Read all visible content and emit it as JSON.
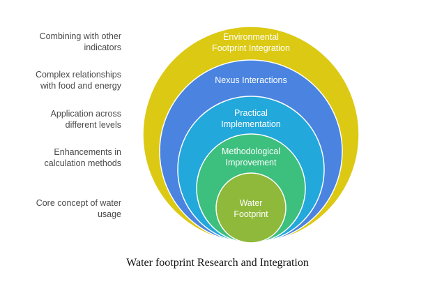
{
  "layers": [
    {
      "label_lines": [
        "Environmental",
        "Footprint Integration"
      ],
      "description": "Combining with other indicators",
      "color": "#dcc913"
    },
    {
      "label_lines": [
        "Nexus Interactions"
      ],
      "description": "Complex relationships with food and energy",
      "color": "#4a84e0"
    },
    {
      "label_lines": [
        "Practical",
        "Implementation"
      ],
      "description": "Application across different levels",
      "color": "#22a8db"
    },
    {
      "label_lines": [
        "Methodological",
        "Improvement"
      ],
      "description": "Enhancements in calculation methods",
      "color": "#3dbf7d"
    },
    {
      "label_lines": [
        "Water",
        "Footprint"
      ],
      "description": "Core concept of water usage",
      "color": "#8fb93a"
    }
  ],
  "descriptions": [
    [
      "Combining with other",
      "indicators"
    ],
    [
      "Complex relationships",
      "with food and energy"
    ],
    [
      "Application across",
      "different levels"
    ],
    [
      "Enhancements in",
      "calculation methods"
    ],
    [
      "Core concept of water",
      "usage"
    ]
  ],
  "caption": "Water footprint Research and Integration"
}
